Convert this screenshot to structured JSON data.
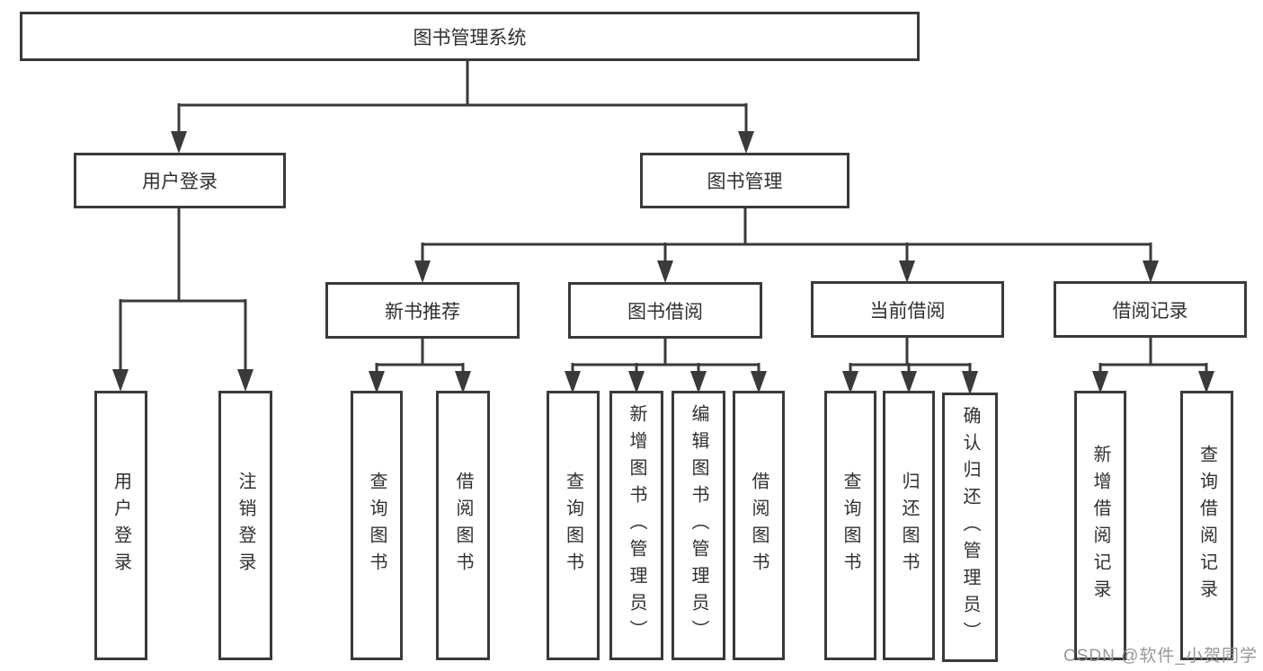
{
  "diagram_title": "图书管理系统",
  "colors": {
    "line": "#3a3a3a",
    "text": "#303030",
    "background": "#ffffff",
    "watermark": "#919194"
  },
  "nodes": {
    "root": "图书管理系统",
    "user_login": "用户登录",
    "book_mgmt": "图书管理",
    "new_book_rec": "新书推荐",
    "book_borrow": "图书借阅",
    "current_borrow": "当前借阅",
    "borrow_records": "借阅记录",
    "leaf_user_login": "用户登录",
    "leaf_logout": "注销登录",
    "leaf_query_books_a": "查询图书",
    "leaf_borrow_books_a": "借阅图书",
    "leaf_query_books_b": "查询图书",
    "leaf_add_book_admin": "新增图书（管理员）",
    "leaf_edit_book_admin": "编辑图书（管理员）",
    "leaf_borrow_books_b": "借阅图书",
    "leaf_query_books_c": "查询图书",
    "leaf_return_book": "归还图书",
    "leaf_confirm_return_admin": "确认归还（管理员）",
    "leaf_add_borrow_record": "新增借阅记录",
    "leaf_query_borrow_record": "查询借阅记录"
  },
  "hierarchy": {
    "图书管理系统": {
      "用户登录": [
        "用户登录",
        "注销登录"
      ],
      "图书管理": {
        "新书推荐": [
          "查询图书",
          "借阅图书"
        ],
        "图书借阅": [
          "查询图书",
          "新增图书（管理员）",
          "编辑图书（管理员）",
          "借阅图书"
        ],
        "当前借阅": [
          "查询图书",
          "归还图书",
          "确认归还（管理员）"
        ],
        "借阅记录": [
          "新增借阅记录",
          "查询借阅记录"
        ]
      }
    }
  },
  "watermark": "CSDN @软件_小贺同学"
}
